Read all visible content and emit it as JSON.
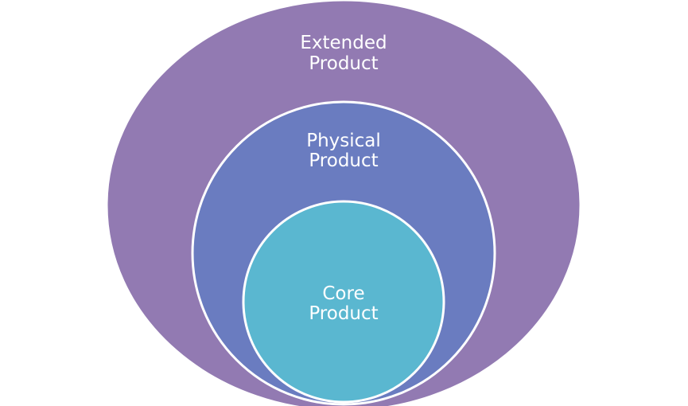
{
  "diagram": {
    "type": "nested-circles",
    "layers": [
      {
        "id": "extended",
        "line1": "Extended",
        "line2": "Product",
        "color": "#927ab2"
      },
      {
        "id": "physical",
        "line1": "Physical",
        "line2": "Product",
        "color": "#6a7cc0"
      },
      {
        "id": "core",
        "line1": "Core",
        "line2": "Product",
        "color": "#5ab7d0"
      }
    ],
    "outline_color": "#ffffff"
  }
}
